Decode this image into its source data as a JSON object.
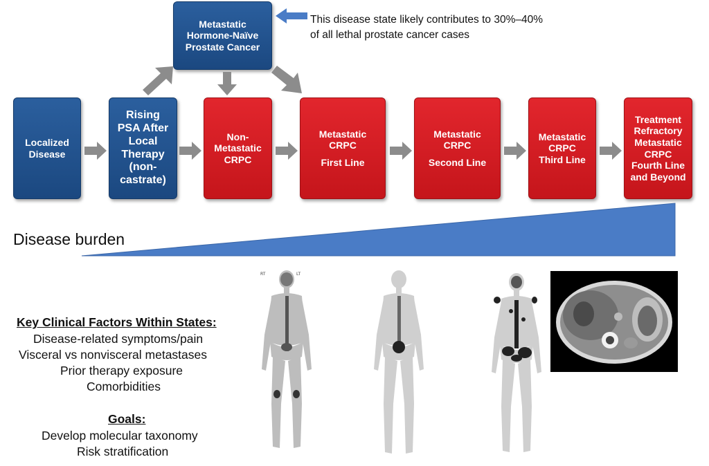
{
  "mhnpc_box": {
    "lines": [
      "Metastatic",
      "Hormone-Naïve",
      "Prostate Cancer"
    ]
  },
  "note": {
    "line1": "This disease state likely contributes to 30%–40%",
    "line2": "of all lethal prostate cancer cases"
  },
  "states": [
    {
      "lines": [
        "Localized",
        "Disease"
      ],
      "sub": ""
    },
    {
      "lines": [
        "Rising",
        "PSA After",
        "Local",
        "Therapy",
        "(non-",
        "castrate)"
      ],
      "sub": ""
    },
    {
      "lines": [
        "Non-",
        "Metastatic",
        "CRPC"
      ],
      "sub": ""
    },
    {
      "lines": [
        "Metastatic",
        "CRPC"
      ],
      "sub": "First Line"
    },
    {
      "lines": [
        "Metastatic",
        "CRPC"
      ],
      "sub": "Second Line"
    },
    {
      "lines": [
        "Metastatic",
        "CRPC",
        "Third Line"
      ],
      "sub": ""
    },
    {
      "lines": [
        "Treatment",
        "Refractory",
        "Metastatic",
        "CRPC",
        "Fourth Line",
        "and Beyond"
      ],
      "sub": ""
    }
  ],
  "burden": {
    "label": "Disease burden"
  },
  "factors": {
    "heading": "Key Clinical Factors Within States:",
    "items": [
      "Disease-related symptoms/pain",
      "Visceral vs nonvisceral metastases",
      "Prior therapy exposure",
      "Comorbidities"
    ]
  },
  "goals": {
    "heading": "Goals:",
    "items": [
      "Develop molecular taxonomy",
      "Risk stratification"
    ]
  },
  "scan_labels": {
    "left": "RT",
    "right": "LT"
  },
  "colors": {
    "blue_box": "#1f4e8c",
    "red_box": "#d71920",
    "arrow_gray": "#8c8c8c",
    "wedge_blue": "#4a7cc6",
    "note_arrow_blue": "#4a7cc6"
  }
}
